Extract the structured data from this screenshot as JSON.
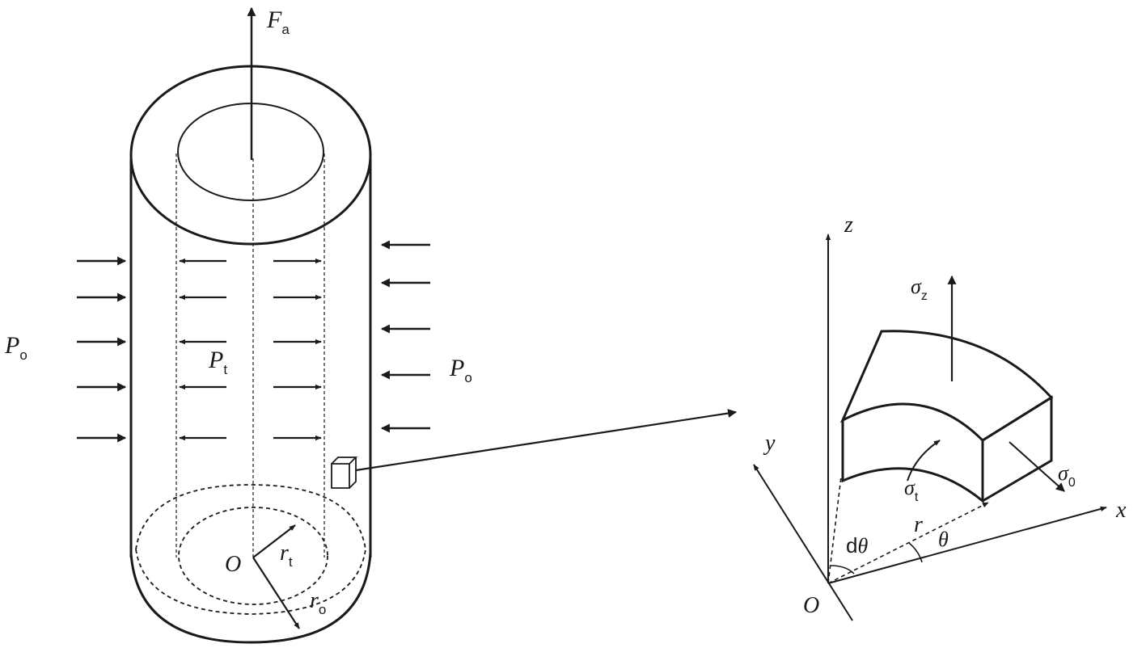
{
  "labels": {
    "Fa": {
      "main": "F",
      "sub": "a"
    },
    "Po_left": {
      "main": "P",
      "sub": "o"
    },
    "Po_right": {
      "main": "P",
      "sub": "o"
    },
    "Pt": {
      "main": "P",
      "sub": "t"
    },
    "O_cyl": "O",
    "rt": {
      "main": "r",
      "sub": "t"
    },
    "ro": {
      "main": "r",
      "sub": "o"
    },
    "z": "z",
    "y": "y",
    "x": "x",
    "O_axes": "O",
    "sigma_z": {
      "main": "σ",
      "sub": "z"
    },
    "sigma_t": {
      "main": "σ",
      "sub": "t"
    },
    "sigma_0": {
      "main": "σ",
      "sub": "0"
    },
    "r": "r",
    "theta": "θ",
    "dtheta": {
      "d": "d",
      "theta": "θ"
    }
  },
  "colors": {
    "ink": "#1a1a1a",
    "background": "#ffffff"
  }
}
